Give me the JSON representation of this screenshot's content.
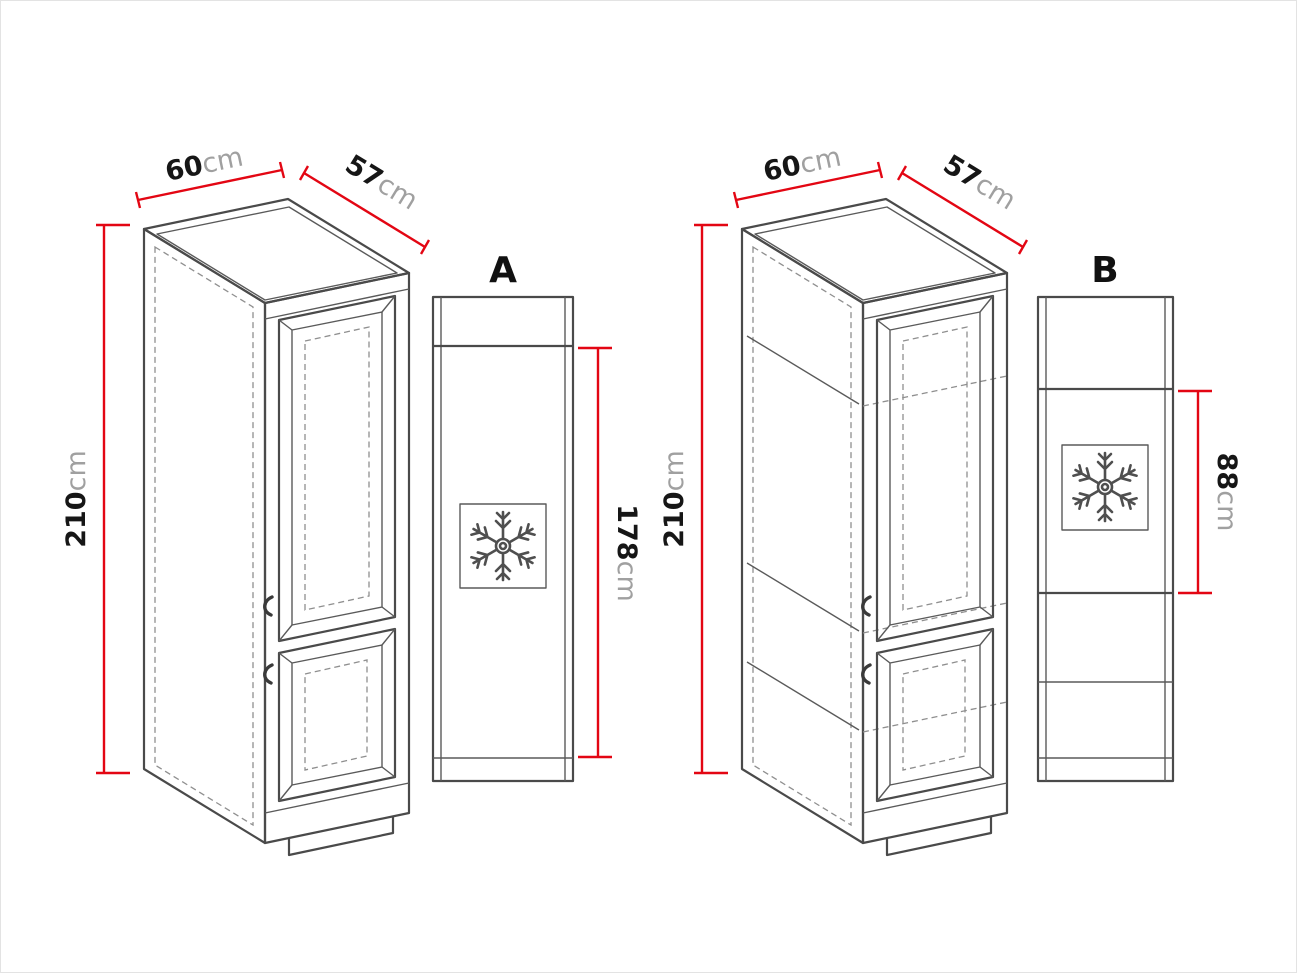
{
  "colors": {
    "dimension_red": "#e30613",
    "drawing_line": "#4a4a4a",
    "hidden_line": "#8f8f8f",
    "number_text": "#161616",
    "unit_text": "#a0a0a0"
  },
  "cabinet_a": {
    "iso_view": {
      "width": {
        "value": "60",
        "unit": "cm"
      },
      "depth": {
        "value": "57",
        "unit": "cm"
      },
      "height": {
        "value": "210",
        "unit": "cm"
      }
    },
    "front_view": {
      "label": "A",
      "niche_height": {
        "value": "178",
        "unit": "cm"
      },
      "icon": "snowflake-icon"
    }
  },
  "cabinet_b": {
    "iso_view": {
      "width": {
        "value": "60",
        "unit": "cm"
      },
      "depth": {
        "value": "57",
        "unit": "cm"
      },
      "height": {
        "value": "210",
        "unit": "cm"
      }
    },
    "front_view": {
      "label": "B",
      "niche_height": {
        "value": "88",
        "unit": "cm"
      },
      "icon": "snowflake-icon"
    }
  }
}
